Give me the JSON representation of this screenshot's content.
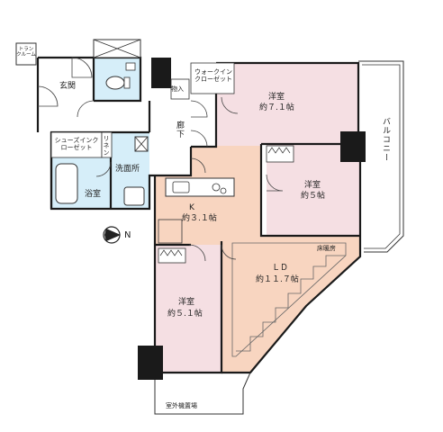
{
  "floorplan": {
    "rooms": {
      "trunk_room": "トランクルーム",
      "entrance": "玄関",
      "walk_in_closet": "ウォークインクローゼット",
      "storage": "物入",
      "corridor": "廊下",
      "shoes_in_closet": "シューズインクローゼット",
      "linen": "リネン",
      "washroom": "洗面所",
      "bathroom": "浴室",
      "western_room_1": {
        "name": "洋室",
        "size": "約７.１帖"
      },
      "western_room_2": {
        "name": "洋室",
        "size": "約５帖"
      },
      "western_room_3": {
        "name": "洋室",
        "size": "約５.１帖"
      },
      "kitchen": {
        "name": "K",
        "size": "約３.１帖"
      },
      "living_dining": {
        "name": "ＬＤ",
        "size": "約１１.７帖"
      },
      "floor_heating": "床暖房",
      "balcony": "バルコニー",
      "outdoor_unit": "室外機置場"
    },
    "compass": "N",
    "colors": {
      "wall": "#1a1a1a",
      "western_room": "#f5dfe3",
      "kitchen_living": "#f8d5c0",
      "wet_area": "#d6eef9"
    }
  }
}
